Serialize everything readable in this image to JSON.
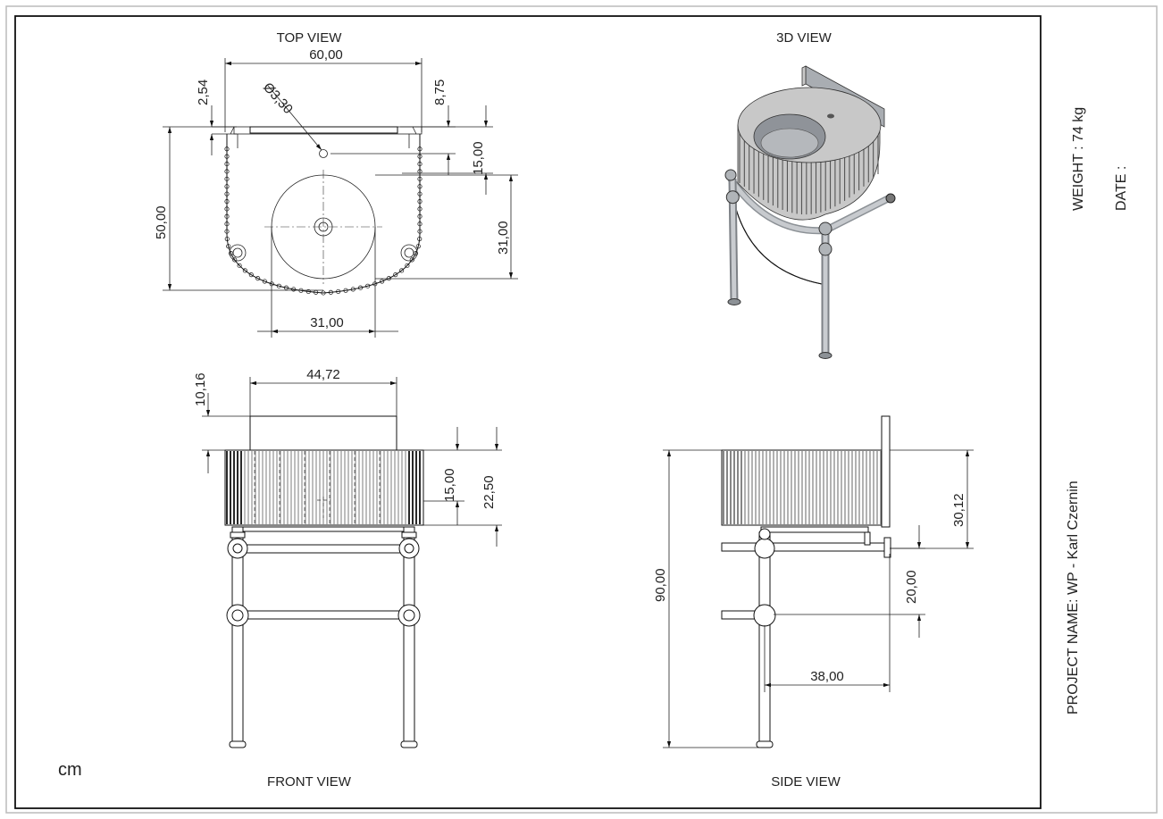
{
  "views": {
    "top": "TOP VIEW",
    "iso": "3D VIEW",
    "front": "FRONT VIEW",
    "side": "SIDE VIEW"
  },
  "units": "cm",
  "title_block": {
    "weight": "WEIGHT : 74 kg",
    "date": "DATE :",
    "project": "PROJECT NAME: WP - Karl Czernin"
  },
  "dims": {
    "top_width": "60,00",
    "top_254": "2,54",
    "top_hole": "Ø3,30",
    "top_875": "8,75",
    "top_1500": "15,00",
    "top_depth": "50,00",
    "top_3100_v": "31,00",
    "top_3100_h": "31,00",
    "front_4472": "44,72",
    "front_1016": "10,16",
    "front_1500": "15,00",
    "front_2250": "22,50",
    "side_3012": "30,12",
    "side_9000": "90,00",
    "side_2000": "20,00",
    "side_3800": "38,00"
  }
}
